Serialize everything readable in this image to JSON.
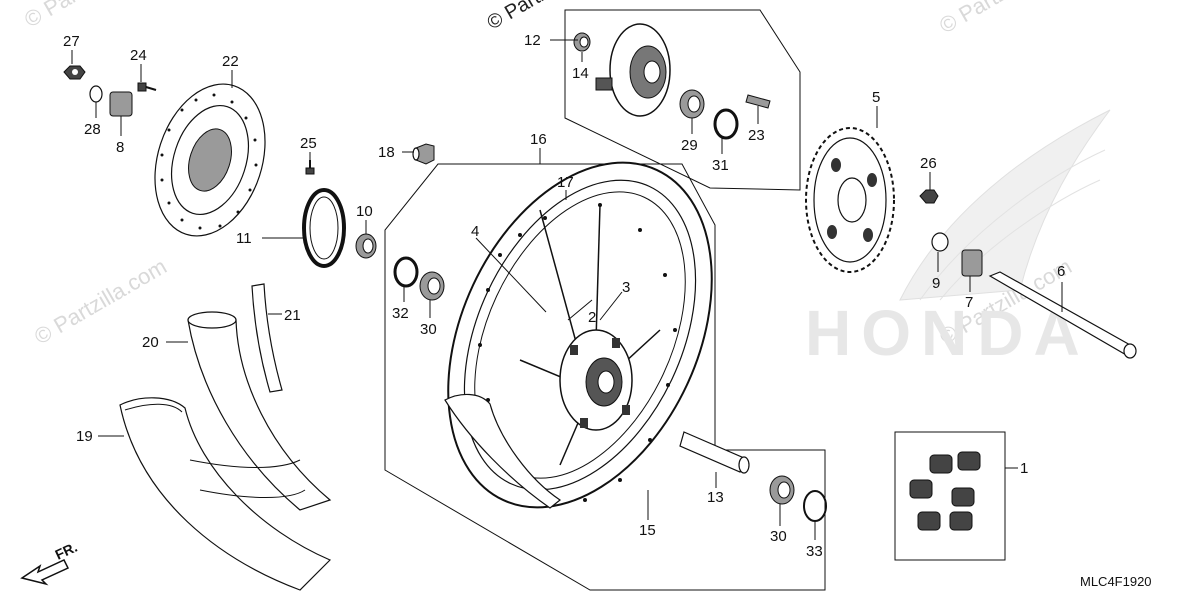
{
  "diagram": {
    "watermark_text": "© Partzilla.com",
    "watermark_top": "© Partz",
    "logo_text": "HONDA",
    "direction_label": "FR.",
    "diagram_code": "MLC4F1920",
    "callouts": {
      "c1": "1",
      "c2": "2",
      "c3": "3",
      "c4": "4",
      "c5": "5",
      "c6": "6",
      "c7": "7",
      "c8": "8",
      "c9": "9",
      "c10": "10",
      "c11": "11",
      "c12": "12",
      "c13": "13",
      "c14": "14",
      "c15": "15",
      "c16": "16",
      "c17": "17",
      "c18": "18",
      "c19": "19",
      "c20": "20",
      "c21": "21",
      "c22": "22",
      "c23": "23",
      "c24": "24",
      "c25": "25",
      "c26": "26",
      "c27": "27",
      "c28": "28",
      "c29": "29",
      "c30a": "30",
      "c30b": "30",
      "c31": "31",
      "c32": "32",
      "c33": "33"
    }
  }
}
